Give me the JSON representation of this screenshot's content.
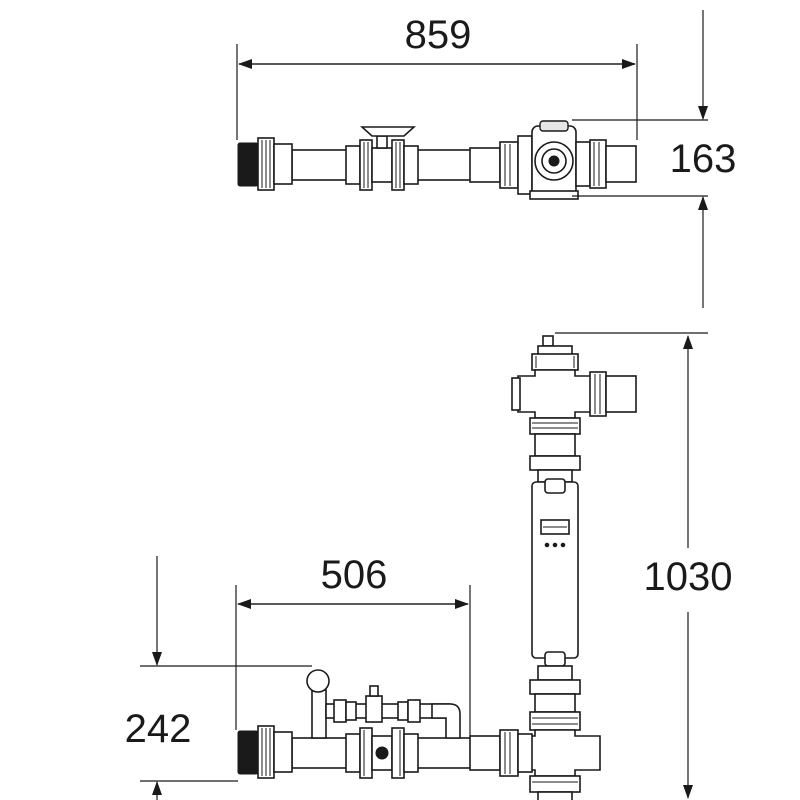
{
  "dimensions": {
    "top_width": "859",
    "top_height": "163",
    "vertical_height": "1030",
    "bottom_width": "506",
    "bottom_height": "242"
  },
  "colors": {
    "line": "#1a1a1a",
    "background": "#ffffff"
  }
}
